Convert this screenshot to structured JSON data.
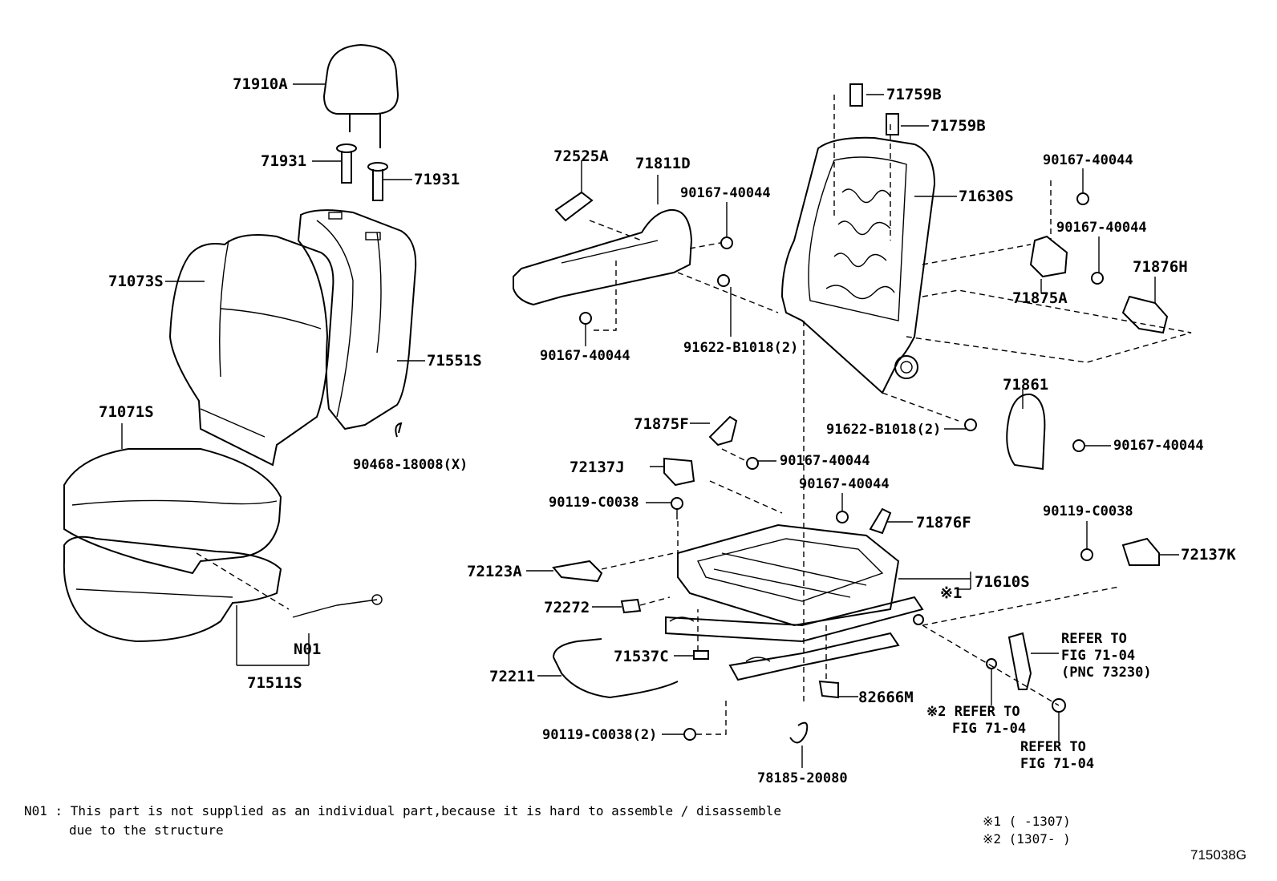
{
  "labels": {
    "p71910A": "71910A",
    "p71931a": "71931",
    "p71931b": "71931",
    "p71073S": "71073S",
    "p71551S": "71551S",
    "p71071S": "71071S",
    "p90468": "90468-18008(X)",
    "pN01": "N01",
    "p71511S": "71511S",
    "p72525A": "72525A",
    "p71811D": "71811D",
    "p90167_a": "90167-40044",
    "p90167_b": "90167-40044",
    "p91622_a": "91622-B1018(2)",
    "p71759B_a": "71759B",
    "p71759B_b": "71759B",
    "p71630S": "71630S",
    "p90167_c": "90167-40044",
    "p90167_d": "90167-40044",
    "p71876H": "71876H",
    "p71875A": "71875A",
    "p71861": "71861",
    "p91622_b": "91622-B1018(2)",
    "p90167_e": "90167-40044",
    "p71875F": "71875F",
    "p72137J": "72137J",
    "p90167_f": "90167-40044",
    "p90119_a": "90119-C0038",
    "p90167_g": "90167-40044",
    "p71876F": "71876F",
    "p90119_b": "90119-C0038",
    "p72137K": "72137K",
    "p72123A": "72123A",
    "p71610S": "71610S",
    "pMark1": "※1",
    "p72272": "72272",
    "p71537C": "71537C",
    "p72211": "72211",
    "p82666M": "82666M",
    "pRef1a": "REFER TO",
    "pRef1b": "FIG 71-04",
    "pRef1c": "(PNC 73230)",
    "pRef2a": "※2 REFER TO",
    "pRef2b": "FIG 71-04",
    "pRef3a": "REFER TO",
    "pRef3b": "FIG 71-04",
    "p90119_c": "90119-C0038(2)",
    "p78185": "78185-20080"
  },
  "notes": {
    "n01_line1": "N01 : This part is not supplied as an individual part,because it is hard to assemble / disassemble",
    "n01_line2": "due to the structure",
    "mark1": "※1 (     -1307)",
    "mark2": "※2 (1307-     )",
    "figure_id": "715038G"
  }
}
